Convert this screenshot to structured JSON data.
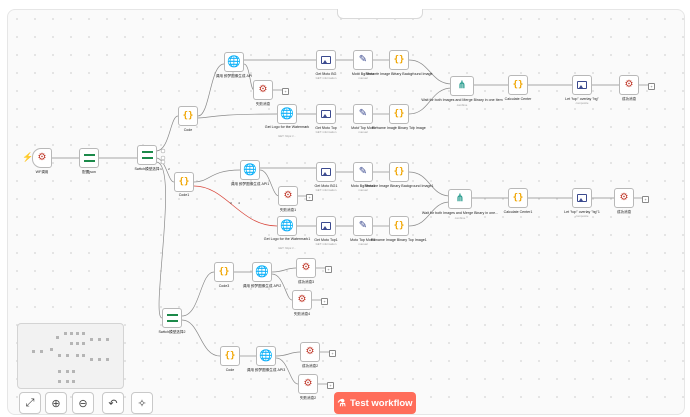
{
  "nodes": {
    "trigger": {
      "label": "WF调用",
      "sub": ""
    },
    "config": {
      "label": "配置json"
    },
    "switch1": {
      "label": "Switch模型选择"
    },
    "switch2": {
      "label": "Switch模型选择2"
    },
    "code_top": {
      "label": "Code"
    },
    "code_mid": {
      "label": "Code1"
    },
    "code_b1": {
      "label": "Code3"
    },
    "code_b2": {
      "label": "Code"
    },
    "http_top": {
      "label": "调用 即梦图像生成 API",
      "sub": ""
    },
    "http_mid": {
      "label": "调用 即梦图像生成 API1"
    },
    "http_b1": {
      "label": "调用 即梦图像生成 API2"
    },
    "http_b2": {
      "label": "调用 即梦图像生成 API3"
    },
    "fail_top": {
      "label": "失败消息"
    },
    "fail_mid": {
      "label": "失败消息1"
    },
    "logo_top": {
      "label": "Get Logo for the Watermark",
      "sub": "GET: https://..."
    },
    "logo_mid": {
      "label": "Get Logo for the Watermark1",
      "sub": "GET: https://..."
    },
    "getimg_top": {
      "label": "Get Moto BG",
      "sub": "GET: information"
    },
    "getimg_top2": {
      "label": "Get Moto Top",
      "sub": "GET: information"
    },
    "getimg_mid": {
      "label": "Get Moto BG1",
      "sub": "GET: information"
    },
    "getimg_mid2": {
      "label": "Get Moto Top1",
      "sub": "GET: information"
    },
    "bgmoto_top": {
      "label": "Moto Bg Moto",
      "sub": "manual"
    },
    "topmoto_top": {
      "label": "Moto Top Moto",
      "sub": "manual"
    },
    "bgmoto_mid": {
      "label": "Moto Bg Moto1",
      "sub": "manual"
    },
    "topmoto_mid": {
      "label": "Moto Top Moto1",
      "sub": "manual"
    },
    "rename_top": {
      "label": "Rename Image Binary Background Image"
    },
    "rename_top2": {
      "label": "Rename Image Binary Top Image"
    },
    "rename_mid": {
      "label": "Rename Image Binary Background Image1"
    },
    "rename_mid2": {
      "label": "Rename Image Binary Top Image1"
    },
    "merge_top": {
      "label": "Wait for both Images and Merge Binary in one Item",
      "sub": "combine"
    },
    "merge_mid": {
      "label": "Wait for both Images and Merge Binary in one...",
      "sub": "combine"
    },
    "calc_top": {
      "label": "Calculate Center"
    },
    "calc_mid": {
      "label": "Calculate Center1"
    },
    "let_top": {
      "label": "Let \"top\" overlay \"bg\"",
      "sub": "composite"
    },
    "let_mid": {
      "label": "Let \"top\" overlay \"bg\"1",
      "sub": "composite"
    },
    "ok_top": {
      "label": "成功消息"
    },
    "ok_mid": {
      "label": "成功消息"
    },
    "ok_b1": {
      "label": "成功消息3"
    },
    "fail_b1": {
      "label": "失败消息4"
    },
    "ok_b2": {
      "label": "成功消息2"
    },
    "fail_b2": {
      "label": "失败消息2"
    }
  },
  "badges": {
    "a": "1",
    "b": "2",
    "c": "3",
    "d": "4"
  },
  "controls": {
    "fit": "⤢",
    "zoom_in": "⊕",
    "zoom_out": "⊖",
    "undo": "↶",
    "tidy": "✧"
  },
  "test_button": {
    "label": "Test workflow",
    "icon": "⚗"
  },
  "colors": {
    "accent": "#ff6d5a",
    "success_line": "#1c8a4a",
    "error_line": "#d8453a",
    "edge": "#8a8a8a"
  }
}
